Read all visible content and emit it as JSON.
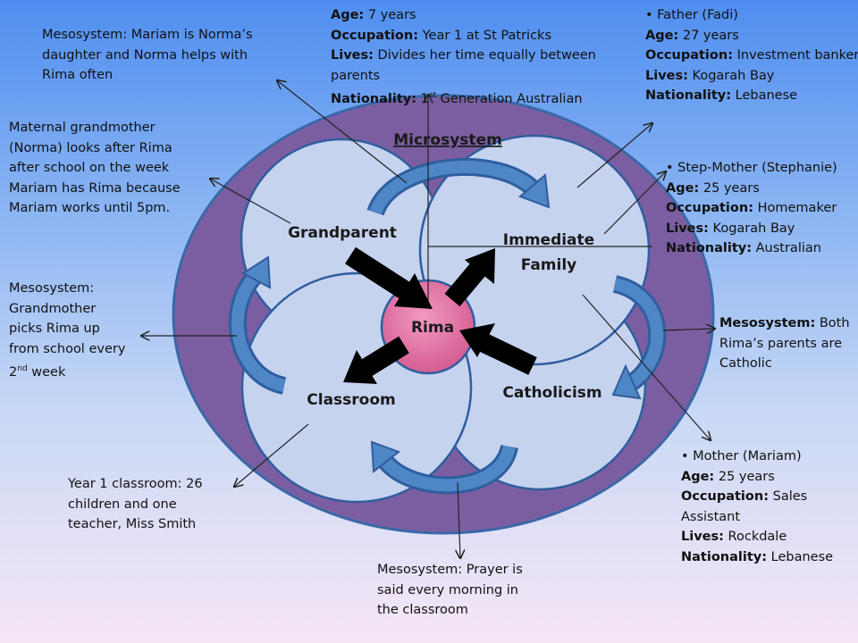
{
  "circles": {
    "microsystem": "Microsystem",
    "grandparent": "Grandparent",
    "immediate_family_1": "Immediate",
    "immediate_family_2": "Family",
    "classroom": "Classroom",
    "catholicism": "Catholicism",
    "rima": "Rima"
  },
  "colors": {
    "outer_ring": "#7b5ea1",
    "outer_ring_stroke": "#3a68a8",
    "inner_circle": "#c6d3ef",
    "rima_circle": "#e07aa8",
    "cycle_arrow": "#4f86c6"
  },
  "notes": {
    "rima": {
      "age_label": "Age:",
      "age": " 7 years",
      "occupation_label": "Occupation:",
      "occupation": " Year 1 at St Patricks",
      "lives_label": "Lives:",
      "lives_1": " Divides her time equally between",
      "lives_2": "parents",
      "nationality_label": "Nationality:",
      "nationality_pre": " 1",
      "nationality_sup": "st",
      "nationality_post": " Generation Australian"
    },
    "father": {
      "name": "Father (Fadi)",
      "age_label": "Age:",
      "age": " 27 years",
      "occupation_label": "Occupation:",
      "occupation": " Investment banker",
      "lives_label": "Lives:",
      "lives": " Kogarah Bay",
      "nationality_label": "Nationality:",
      "nationality": " Lebanese"
    },
    "stepmother": {
      "name": "Step-Mother (Stephanie)",
      "age_label": "Age:",
      "age": " 25 years",
      "occupation_label": "Occupation:",
      "occupation": " Homemaker",
      "lives_label": "Lives:",
      "lives": " Kogarah Bay",
      "nationality_label": "Nationality:",
      "nationality": " Australian"
    },
    "mother": {
      "name": "Mother (Mariam)",
      "age_label": "Age:",
      "age": " 25 years",
      "occupation_label": "Occupation:",
      "occupation_1": " Sales",
      "occupation_2": "Assistant",
      "lives_label": "Lives:",
      "lives": " Rockdale",
      "nationality_label": "Nationality:",
      "nationality": " Lebanese"
    },
    "meso_norma": {
      "label": "Mesosystem",
      "line_1": ": Mariam is Norma’s",
      "line_2": "daughter and Norma helps with",
      "line_3": "Rima often"
    },
    "grandmother": {
      "line_1": "Maternal grandmother",
      "line_2": "(Norma) looks after Rima",
      "line_3": "after school on the week",
      "line_4": "Mariam has Rima because",
      "line_5": "Mariam works until 5pm."
    },
    "meso_pickup": {
      "label": "Mesosystem",
      "line_1": ":",
      "line_2": "Grandmother",
      "line_3": "picks Rima up",
      "line_4": "from school every",
      "line_5_pre": "2",
      "line_5_sup": "nd",
      "line_5_post": " week"
    },
    "meso_catholic": {
      "label": "Mesosystem:",
      "line_1": " Both",
      "line_2": "Rima’s parents are",
      "line_3": "Catholic"
    },
    "classroom_note": {
      "line_1": "Year 1 classroom: 26",
      "line_2": "children and one",
      "line_3": "teacher, Miss Smith"
    },
    "meso_prayer": {
      "label": "Mesosystem",
      "line_1": ": Prayer is",
      "line_2": "said every morning in",
      "line_3": "the classroom"
    }
  }
}
